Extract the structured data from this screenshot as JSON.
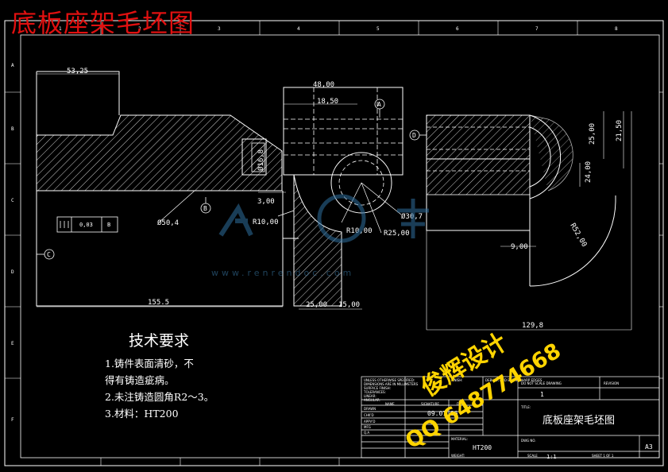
{
  "watermark_title": "底板座架毛坯图",
  "tech": {
    "heading": "技术要求",
    "lines": [
      "1.铸件表面清砂，不",
      "得有铸造疵病。",
      "2.未注铸造圆角R2～3。",
      "3.材料：HT200"
    ]
  },
  "dims": {
    "d5325": "53,25",
    "d4800": "48,00",
    "d1850": "18,50",
    "d1555": "155.5",
    "d2500": "25,00",
    "d1500": "15,00",
    "d1298": "129,8",
    "d900": "9,00",
    "d2400": "24,00",
    "d2500v": "25,00",
    "d2150": "21,50",
    "r52": "R52,00",
    "r10a": "R10,00",
    "r10b": "R10,00",
    "r25": "R25,00",
    "d307": "Ø30,7",
    "d504": "Ø50,4",
    "d168": "Ø16,8",
    "d300": "3,00",
    "tol": "0,03"
  },
  "datums": {
    "a": "A",
    "b": "B",
    "c": "C",
    "d": "D",
    "fcf_b": "B"
  },
  "zones": {
    "top": [
      "1",
      "2",
      "3",
      "4",
      "5",
      "6",
      "7",
      "8"
    ],
    "side": [
      "A",
      "B",
      "C",
      "D",
      "E",
      "F"
    ]
  },
  "title_block": {
    "drawing_name": "底板座架毛坯图",
    "material": "HT200",
    "date": "09.07.06",
    "sheet_size": "A3",
    "scale": "1:1",
    "sheet_no": "1",
    "sheet_of": "SHEET 1 OF 1",
    "material_label": "MATERIAL:",
    "title_label": "TITLE:",
    "dwg_label": "DWG NO.",
    "revision_label": "REVISION",
    "scale_label": "SCALE",
    "no_scale_note": "DO NOT SCALE DRAWING",
    "finish_label": "FINISH:",
    "deburr_note": "DEBURR AND BREAK SHARP EDGES",
    "name_label": "NAME",
    "signature_label": "SIGNATURE",
    "date_label": "DATE",
    "drawn_label": "DRAWN",
    "chkd_label": "CHK'D",
    "appvd_label": "APPV'D",
    "mfg_label": "MFG",
    "qa_label": "Q.A",
    "notes_lines": [
      "UNLESS OTHERWISE SPECIFIED:",
      "DIMENSIONS ARE IN MILLIMETERS",
      "SURFACE FINISH:",
      "TOLERANCES:",
      "LINEAR:",
      "ANGULAR:"
    ],
    "weight_label": "WEIGHT:"
  },
  "overlay": {
    "name": "俊辉设计",
    "qq": "QQ 648774668"
  },
  "logo_site": "www.renrendoc.com"
}
